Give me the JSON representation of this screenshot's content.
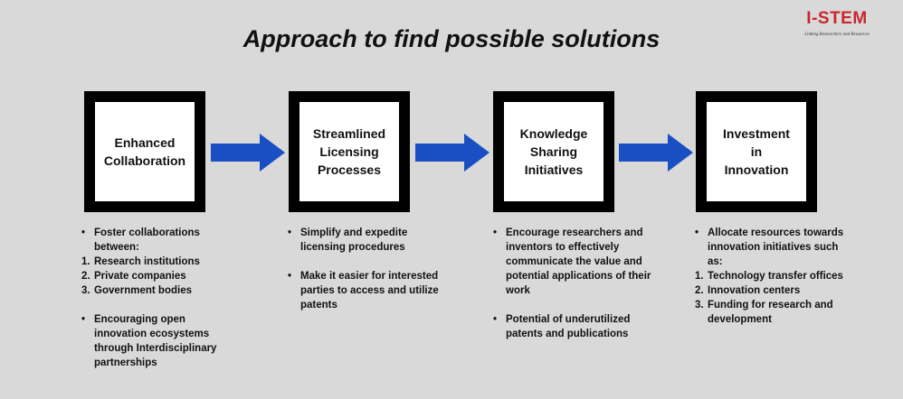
{
  "title": "Approach to find possible solutions",
  "logo": {
    "name": "I-STEM",
    "tagline": "Linking Researchers and Resources"
  },
  "colors": {
    "background": "#d9d9d9",
    "arrow": "#1a4fc4",
    "box_frame": "#000000",
    "logo_red": "#c8272e"
  },
  "steps": [
    {
      "label": "Enhanced\nCollaboration",
      "bullets": [
        {
          "text": "Foster collaborations between:",
          "items": [
            "Research institutions",
            "Private companies",
            "Government bodies"
          ]
        },
        {
          "text": "Encouraging open innovation ecosystems through Interdisciplinary partnerships",
          "items": []
        }
      ]
    },
    {
      "label": "Streamlined\nLicensing\nProcesses",
      "bullets": [
        {
          "text": "Simplify and expedite licensing procedures",
          "items": []
        },
        {
          "text": "Make it easier for interested parties to access and utilize patents",
          "items": []
        }
      ]
    },
    {
      "label": "Knowledge\nSharing\nInitiatives",
      "bullets": [
        {
          "text": "Encourage researchers and inventors to effectively communicate the value and potential applications of their work",
          "items": []
        },
        {
          "text": "Potential of underutilized patents and publications",
          "items": []
        }
      ]
    },
    {
      "label": "Investment\nin\nInnovation",
      "bullets": [
        {
          "text": "Allocate resources towards innovation initiatives such as:",
          "items": [
            "Technology transfer offices",
            "Innovation centers",
            "Funding for research and development"
          ]
        }
      ]
    }
  ]
}
